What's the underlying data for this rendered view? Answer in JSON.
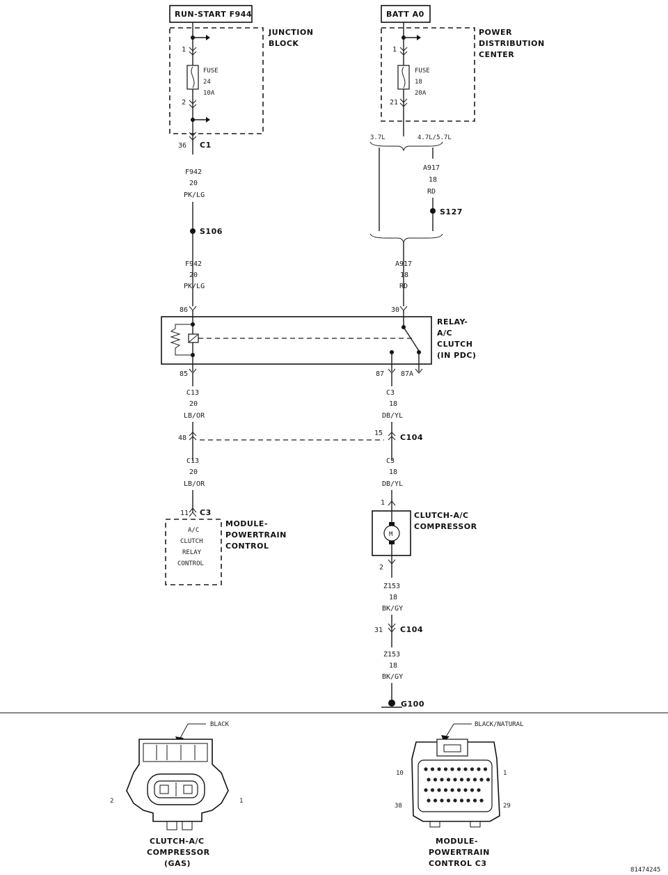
{
  "top_labels": {
    "run_start": "RUN-START F944",
    "batt": "BATT A0"
  },
  "junction_block": {
    "line1": "JUNCTION",
    "line2": "BLOCK",
    "pin_top": "1",
    "pin_bottom": "2",
    "fuse_label": "FUSE",
    "fuse_number": "24",
    "fuse_rating": "10A"
  },
  "pdc": {
    "line1": "POWER",
    "line2": "DISTRIBUTION",
    "line3": "CENTER",
    "pin_top": "1",
    "pin_bottom": "21",
    "fuse_label": "FUSE",
    "fuse_number": "18",
    "fuse_rating": "20A"
  },
  "left_circuit": {
    "c1_pin": "36",
    "c1_label": "C1",
    "wire1": [
      "F942",
      "20",
      "PK/LG"
    ],
    "splice": "S106",
    "wire2": [
      "F942",
      "20",
      "PK/LG"
    ],
    "relay_pin_in": "86",
    "relay_pin_out": "85",
    "wire3": [
      "C13",
      "20",
      "LB/OR"
    ],
    "c104_pin": "48",
    "wire4": [
      "C13",
      "20",
      "LB/OR"
    ],
    "c3_pin": "11",
    "c3_label": "C3"
  },
  "right_circuit": {
    "variant_left": "3.7L",
    "variant_right": "4.7L/5.7L",
    "wire_a": [
      "A917",
      "18",
      "RD"
    ],
    "splice": "S127",
    "wire_b": [
      "A917",
      "18",
      "RD"
    ],
    "relay_pin_in": "30",
    "relay_pin_87": "87",
    "relay_pin_87a": "87A",
    "wire_c": [
      "C3",
      "18",
      "DB/YL"
    ],
    "c104_pin": "15",
    "c104_label": "C104",
    "wire_d": [
      "C3",
      "18",
      "DB/YL"
    ],
    "clutch_pin_top": "1",
    "clutch_pin_bottom": "2",
    "motor_symbol": "M",
    "wire_e": [
      "Z153",
      "18",
      "BK/GY"
    ],
    "c104b_pin": "31",
    "c104b_label": "C104",
    "wire_f": [
      "Z153",
      "18",
      "BK/GY"
    ],
    "ground": "G100"
  },
  "relay": {
    "line1": "RELAY-",
    "line2": "A/C",
    "line3": "CLUTCH",
    "line4": "(IN PDC)"
  },
  "pcm_box": {
    "lines": [
      "A/C",
      "CLUTCH",
      "RELAY",
      "CONTROL"
    ],
    "label1": "MODULE-",
    "label2": "POWERTRAIN",
    "label3": "CONTROL"
  },
  "clutch_component": {
    "line1": "CLUTCH-A/C",
    "line2": "COMPRESSOR"
  },
  "connectors": {
    "left": {
      "color": "BLACK",
      "pin_left": "2",
      "pin_right": "1",
      "line1": "CLUTCH-A/C",
      "line2": "COMPRESSOR",
      "line3": "(GAS)"
    },
    "right": {
      "color": "BLACK/NATURAL",
      "pin_tl": "10",
      "pin_tr": "1",
      "pin_bl": "38",
      "pin_br": "29",
      "line1": "MODULE-",
      "line2": "POWERTRAIN",
      "line3": "CONTROL C3"
    }
  },
  "figure_id": "81474245"
}
